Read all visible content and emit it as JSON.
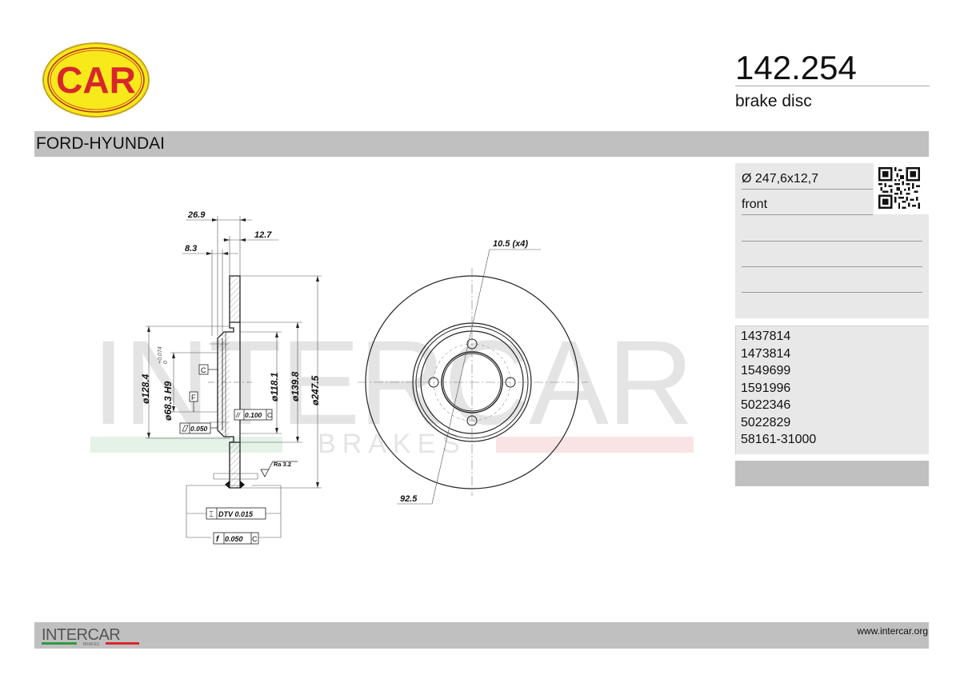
{
  "header": {
    "brand_logo_text": "CAR",
    "part_number": "142.254",
    "part_type": "brake disc"
  },
  "make_bar": {
    "label": "FORD-HYUNDAI"
  },
  "specs": {
    "dimensions": "Ø 247,6x12,7",
    "position": "front",
    "qr_icon": "qr-code-icon",
    "empty_rows": [
      "",
      "",
      ""
    ]
  },
  "oe_numbers": [
    "1437814",
    "1473814",
    "1549699",
    "1591996",
    "5022346",
    "5022829",
    "58161-31000"
  ],
  "drawing": {
    "watermark_main": "INTERCAR",
    "watermark_sub": "BRAKES",
    "dims": {
      "offset_total": "26.9",
      "thickness": "12.7",
      "hub_depth": "8.3",
      "d_outer": "ø247.5",
      "d_friction_inner": "ø139.8",
      "d_hat": "ø118.1",
      "d_pcd_outer": "ø128.4",
      "d_center_bore": "ø68.3 H9",
      "tolerance_upper": "+0.074",
      "tolerance_lower": "0",
      "bolt_holes": "10.5 (x4)",
      "pcd": "92.5",
      "roughness": "Ra 3.2",
      "datum_c": "C",
      "datum_f": "F",
      "parallelism": "0.100",
      "parallelism_ref": "C",
      "flatness": "0.050",
      "dtv": "DTV 0.015",
      "runout": "0.050",
      "runout_ref": "C"
    }
  },
  "footer": {
    "logo_text": "INTERCAR",
    "logo_sub": "BRAKES",
    "url": "www.intercar.org"
  },
  "colors": {
    "logo_yellow": "#f7e91a",
    "logo_red": "#d8262b",
    "bar_grey": "#c0c0c0",
    "panel_grey": "#e8e8e8",
    "flag_green": "#2e9a47",
    "flag_red": "#d8262b"
  }
}
